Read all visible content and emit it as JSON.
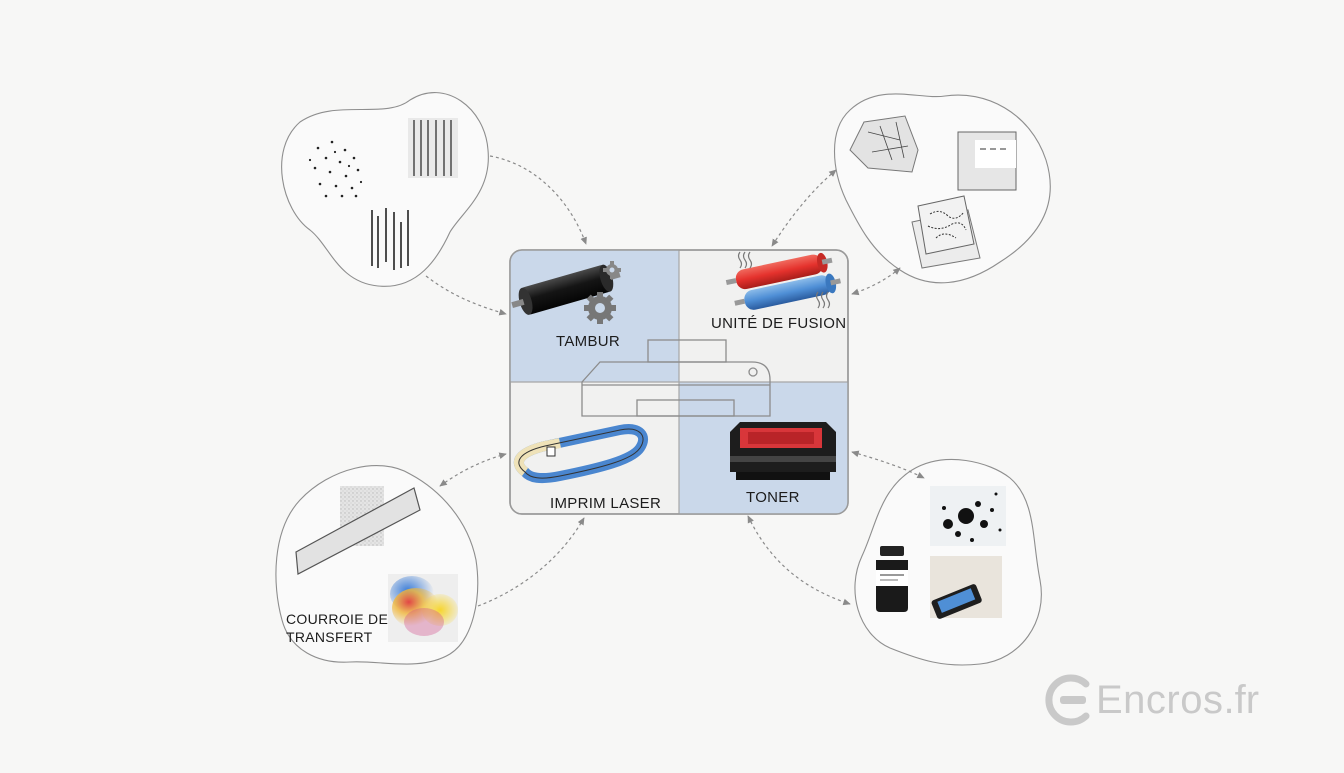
{
  "center_panel": {
    "quadrants": {
      "drum": "TAMBUR",
      "fuser": "UNITÉ DE FUSION",
      "laser_printer": "IMPRIM LASER",
      "toner": "TONER"
    }
  },
  "satellites": {
    "belt_label": "COURROIE DE TRANSFERT"
  },
  "brand": {
    "name": "Encros",
    "tld": ".fr"
  },
  "colors": {
    "panel_blue": "#cad8ea",
    "panel_light": "#f1f1f0",
    "roller_red": "#e5322d",
    "roller_blue": "#4f8fd6",
    "watermark": "#c9c9c9"
  }
}
